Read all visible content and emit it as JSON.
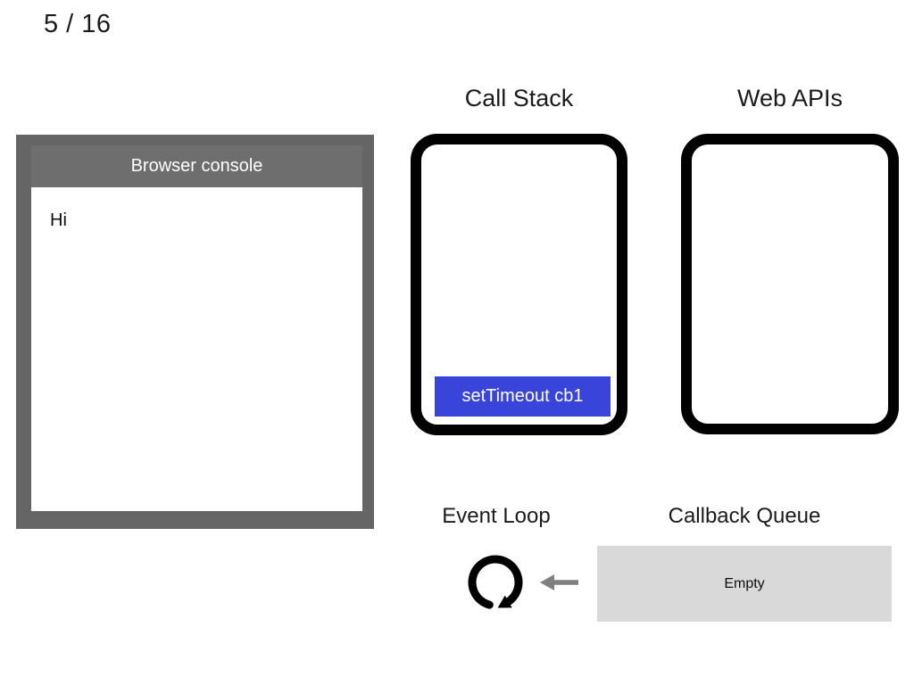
{
  "page": {
    "counter": "5 / 16"
  },
  "console": {
    "title": "Browser console",
    "lines": [
      "Hi"
    ]
  },
  "call_stack": {
    "title": "Call Stack",
    "frames": [
      "setTimeout cb1"
    ]
  },
  "web_apis": {
    "title": "Web APIs",
    "items": []
  },
  "event_loop": {
    "title": "Event Loop",
    "icon": "clockwise-cycle-arrow"
  },
  "callback_queue": {
    "title": "Callback Queue",
    "state": "Empty",
    "arrow_icon": "left-arrow"
  },
  "colors": {
    "console_frame_gray": "#656565",
    "console_header_gray": "#6e6e6e",
    "stack_frame_blue": "#3944db",
    "queue_box_gray": "#d9d9d9",
    "arrow_gray": "#7f7f7f",
    "box_border_black": "#000000",
    "text_dark": "#1b1b1b"
  }
}
